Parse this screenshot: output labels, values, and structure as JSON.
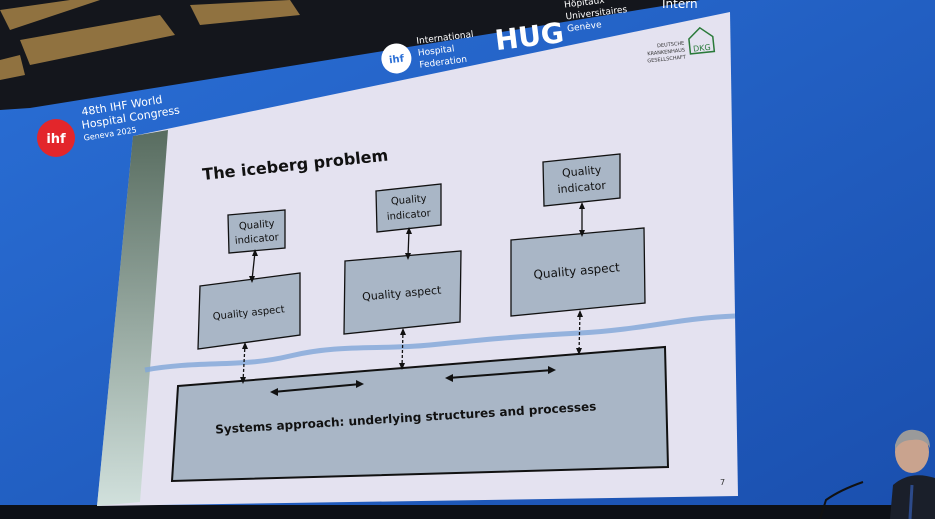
{
  "congress": {
    "edition": "48th",
    "title_line1": "IHF World",
    "title_line2": "Hospital Congress",
    "location": "Geneva 2025",
    "logo": "ihf"
  },
  "sponsors": {
    "ihf": {
      "logo": "ihf",
      "line1": "International",
      "line2": "Hospital",
      "line3": "Federation"
    },
    "hug": {
      "logo": "HUG",
      "line1": "Hôpitaux",
      "line2": "Universitaires",
      "line3": "Genève"
    },
    "partial": "Intern",
    "dkg": {
      "line1": "DEUTSCHE",
      "line2": "KRANKENHAUS",
      "line3": "GESELLSCHAFT",
      "logo": "DKG"
    }
  },
  "slide": {
    "title": "The iceberg problem",
    "page_number": "7",
    "columns": [
      {
        "indicator_line1": "Quality",
        "indicator_line2": "indicator",
        "aspect": "Quality aspect"
      },
      {
        "indicator_line1": "Quality",
        "indicator_line2": "indicator",
        "aspect": "Quality aspect"
      },
      {
        "indicator_line1": "Quality",
        "indicator_line2": "indicator",
        "aspect": "Quality aspect"
      }
    ],
    "base": "Systems approach: underlying structures and processes"
  },
  "colors": {
    "screen_blue": "#1f5fc4",
    "slide_bg": "#e4e2f0",
    "box_fill": "#a9b6c6",
    "ihf_red": "#e3262b",
    "wave": "#7fa6d8"
  }
}
